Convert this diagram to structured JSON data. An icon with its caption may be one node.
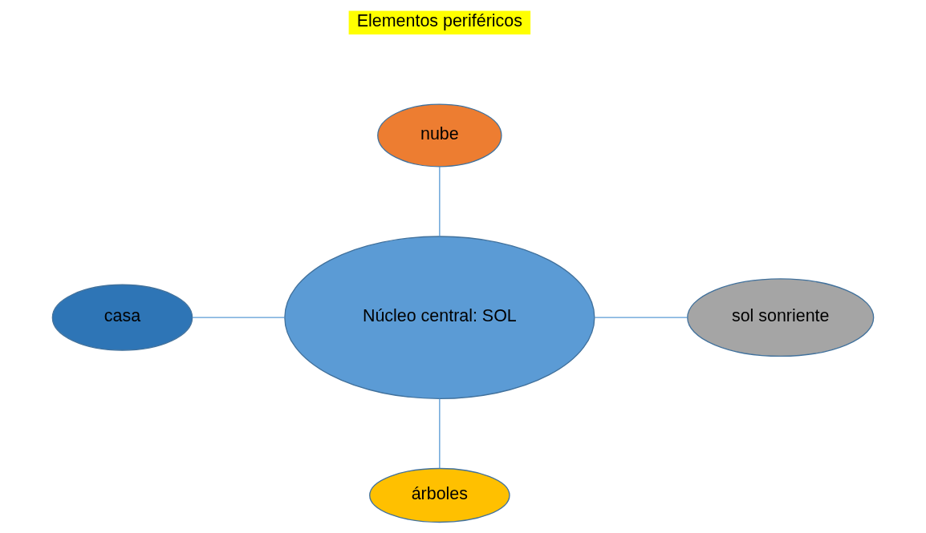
{
  "diagram": {
    "nodes": [
      {
        "text": [
          "nube"
        ]
      },
      {
        "text": [
          "casa"
        ]
      },
      {
        "text": [
          "Núcleo central: SOL"
        ]
      },
      {
        "text": [
          "sol sonriente"
        ]
      },
      {
        "text": [
          "árboles"
        ]
      }
    ],
    "edges": [
      {
        "from": 0,
        "to": 2,
        "arrow": "none"
      },
      {
        "from": 1,
        "to": 2,
        "arrow": "none"
      },
      {
        "from": 2,
        "to": 3,
        "arrow": "none"
      },
      {
        "from": 2,
        "to": 4,
        "arrow": "none"
      }
    ],
    "labels": [
      "Elementos periféricos"
    ]
  }
}
